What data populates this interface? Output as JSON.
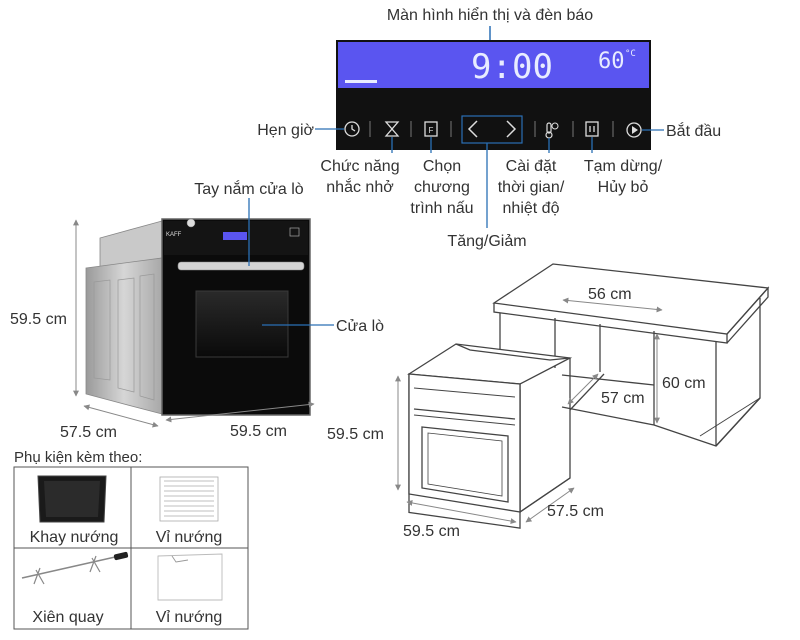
{
  "panel": {
    "display_label": "Màn hình hiển thị và đèn báo",
    "time": "9:00",
    "temp": "60",
    "temp_unit": "°C",
    "controls": {
      "timer": "Hẹn giờ",
      "reminder_l1": "Chức năng",
      "reminder_l2": "nhắc nhở",
      "program_l1": "Chọn",
      "program_l2": "chương",
      "program_l3": "trình nấu",
      "adjust": "Tăng/Giảm",
      "settings_l1": "Cài đặt",
      "settings_l2": "thời gian/",
      "settings_l3": "nhiệt độ",
      "pause_l1": "Tạm dừng/",
      "pause_l2": "Hủy bỏ",
      "start": "Bắt đầu"
    }
  },
  "oven": {
    "brand": "KAFF",
    "handle_label": "Tay nắm cửa lò",
    "door_label": "Cửa lò",
    "height": "59.5 cm",
    "depth": "57.5 cm",
    "width": "59.5 cm"
  },
  "install": {
    "cabinet_width": "56 cm",
    "cabinet_depth": "57 cm",
    "cabinet_height": "60 cm",
    "oven_height": "59.5 cm",
    "oven_width": "59.5 cm",
    "oven_depth": "57.5 cm"
  },
  "accessories": {
    "title": "Phụ kiện kèm theo:",
    "items": [
      "Khay nướng",
      "Vỉ nướng",
      "Xiên quay",
      "Vỉ nướng"
    ]
  },
  "colors": {
    "lcd": "#5a55f0",
    "panel": "#111111",
    "leader": "#2a6fb5"
  }
}
